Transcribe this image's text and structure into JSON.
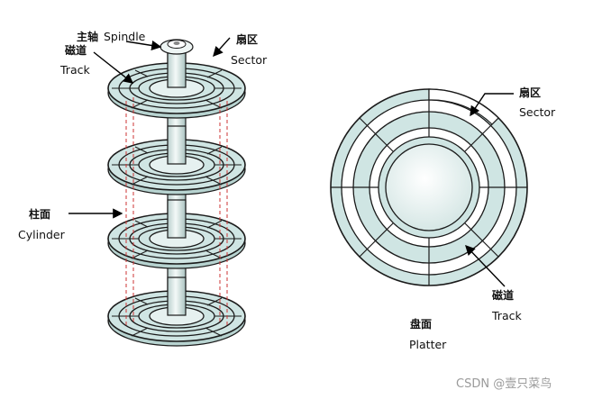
{
  "labels": {
    "spindle_zh": "主轴",
    "spindle_en": "Spindle",
    "track_zh": "磁道",
    "track_en": "Track",
    "sector_zh": "扇区",
    "sector_en": "Sector",
    "cylinder_zh": "柱面",
    "cylinder_en": "Cylinder",
    "right_sector_zh": "扇区",
    "right_sector_en": "Sector",
    "right_track_zh": "磁道",
    "right_track_en": "Track",
    "platter_zh": "盘面",
    "platter_en": "Platter"
  },
  "watermark": "CSDN @壹只菜鸟",
  "colors": {
    "platter": "#cfe5e3",
    "cylinder_guides": "#cc3333"
  }
}
